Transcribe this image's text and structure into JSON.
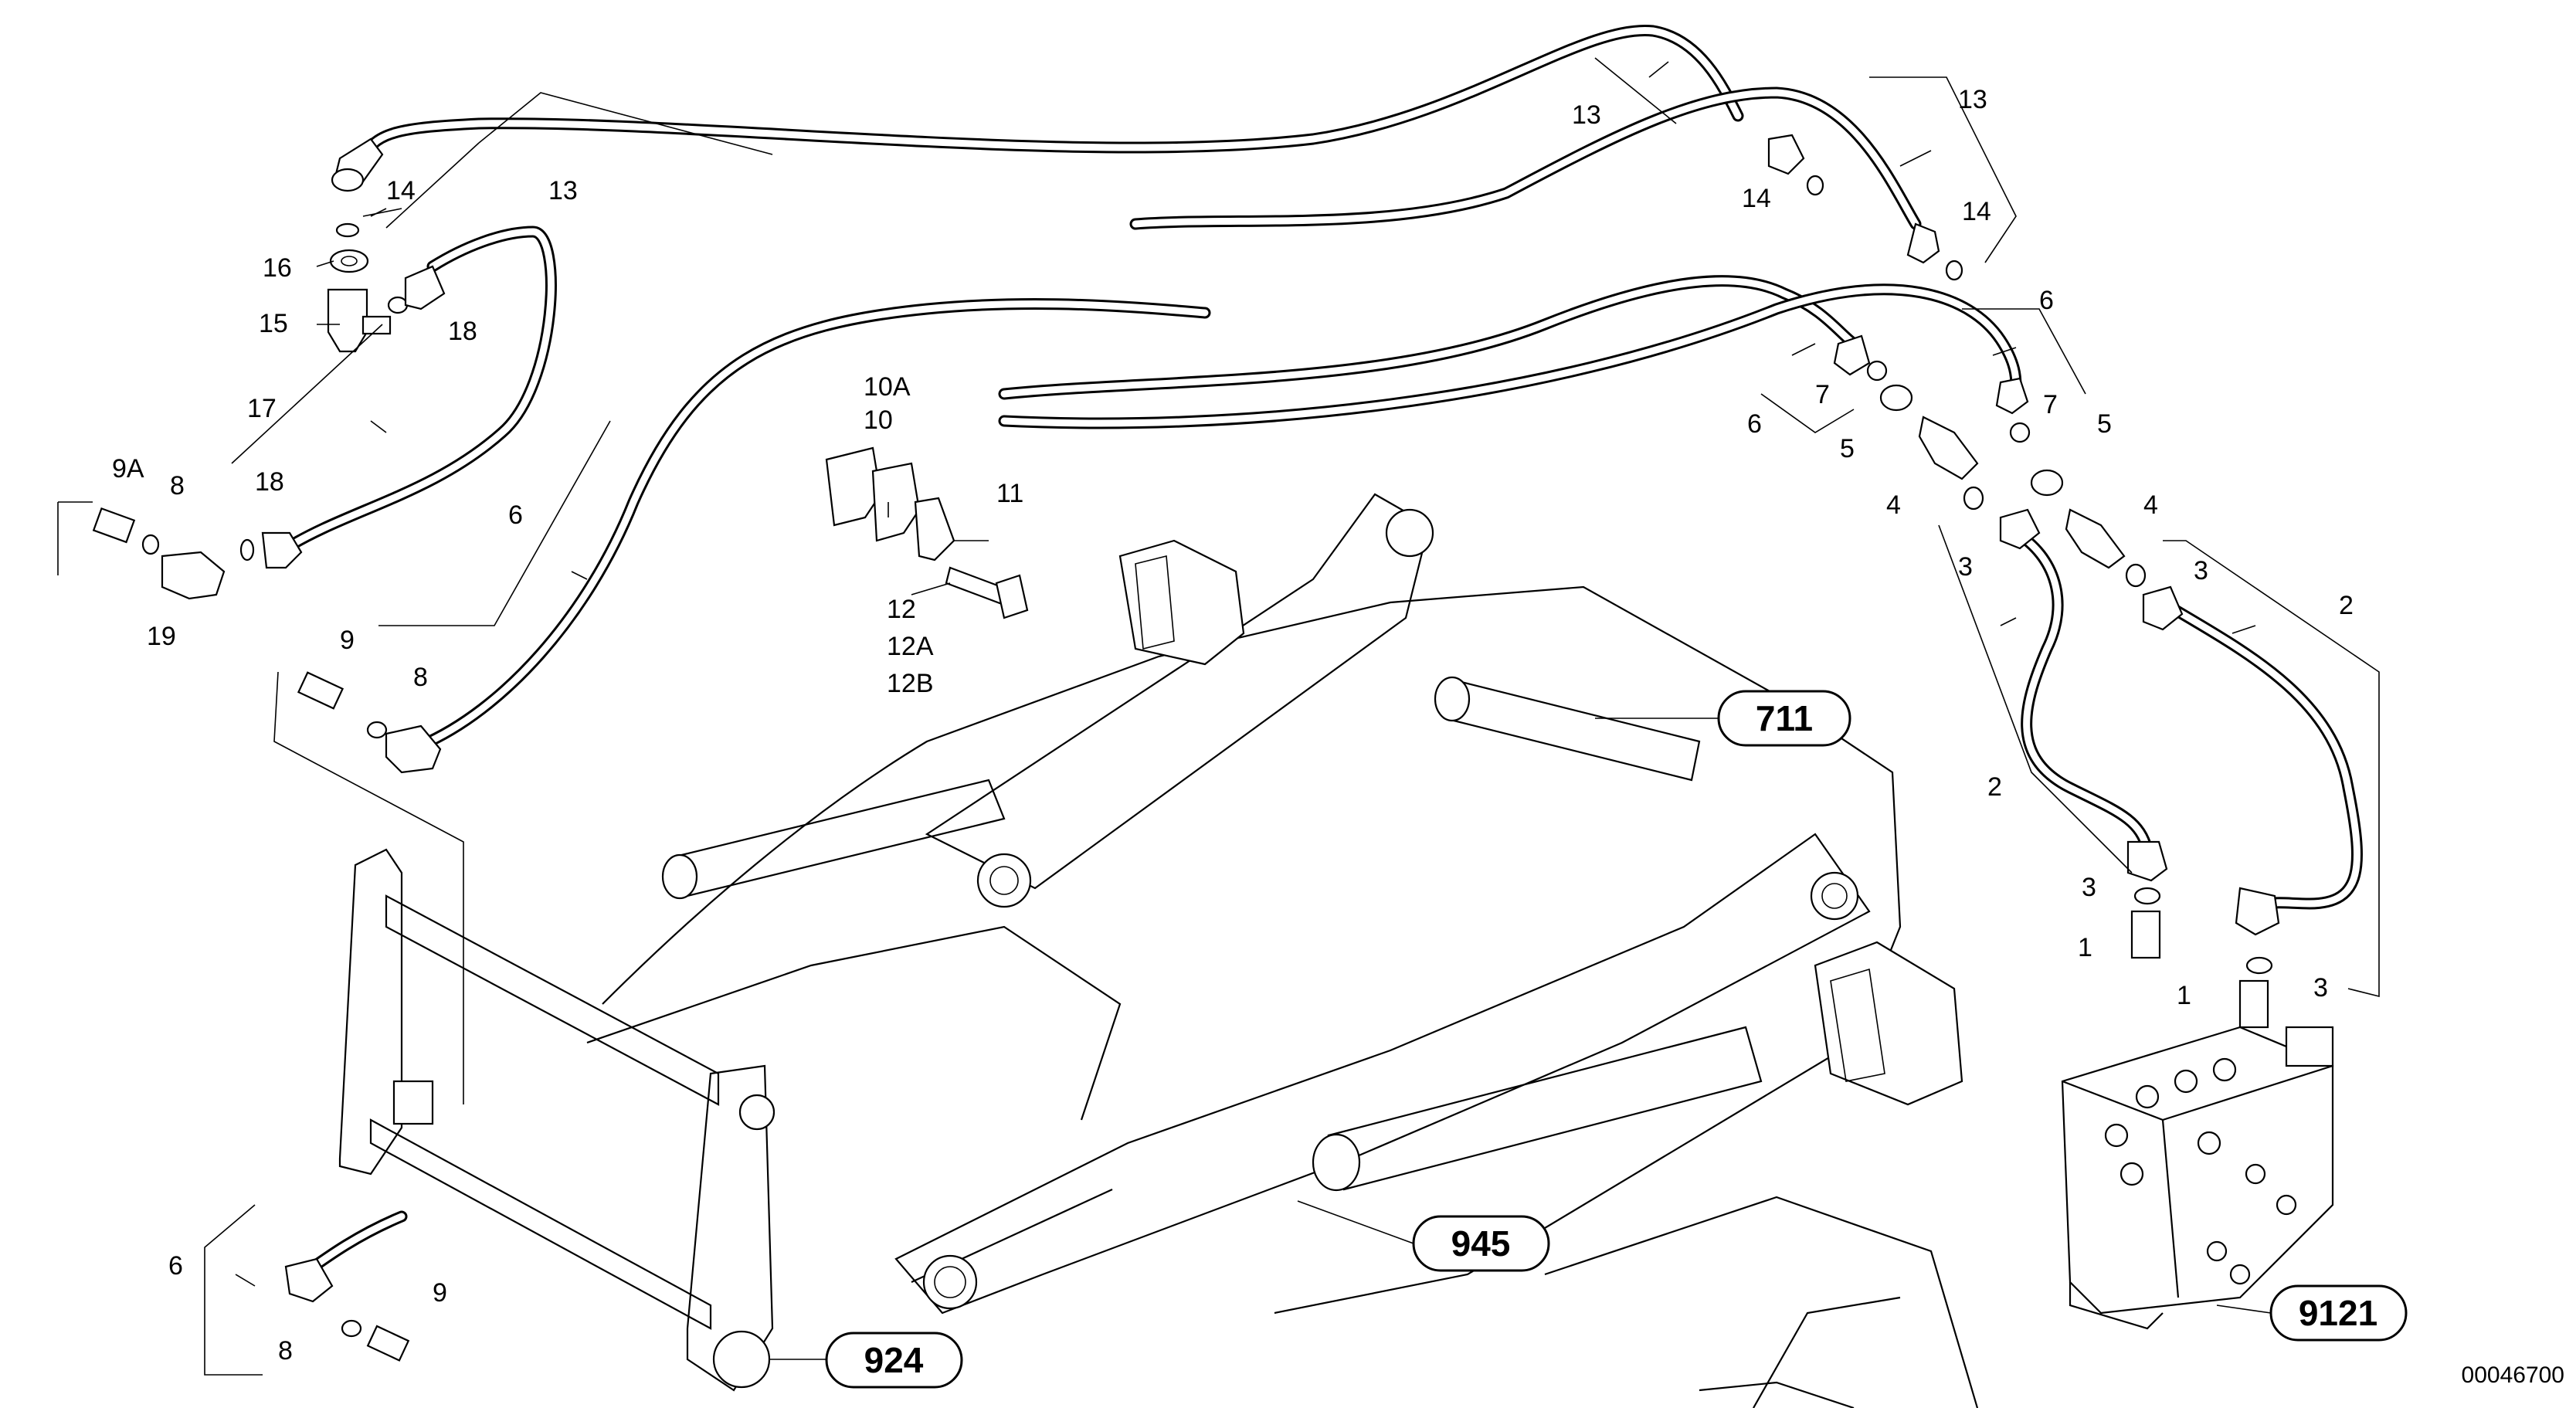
{
  "callouts": {
    "c711": "711",
    "c945": "945",
    "c924": "924",
    "c9121": "9121"
  },
  "labels": {
    "l13a": "13",
    "l13b": "13",
    "l13c": "13",
    "l14a": "14",
    "l14b": "14",
    "l14c": "14",
    "l16": "16",
    "l15": "15",
    "l18a": "18",
    "l17": "17",
    "l9A": "9A",
    "l8a": "8",
    "l18b": "18",
    "l19": "19",
    "l9a": "9",
    "l8b": "8",
    "l6a": "6",
    "l10A": "10A",
    "l10": "10",
    "l11": "11",
    "l12": "12",
    "l12A": "12A",
    "l12B": "12B",
    "l6b": "6",
    "l7a": "7",
    "l5a": "5",
    "l4a": "4",
    "l3a": "3",
    "l6c": "6",
    "l7b": "7",
    "l5b": "5",
    "l4b": "4",
    "l3b": "3",
    "l2a": "2",
    "l2b": "2",
    "l3c": "3",
    "l1a": "1",
    "l1b": "1",
    "l3d": "3",
    "l6d": "6",
    "l8c": "8",
    "l9b": "9"
  },
  "drawing_number": "00046700"
}
